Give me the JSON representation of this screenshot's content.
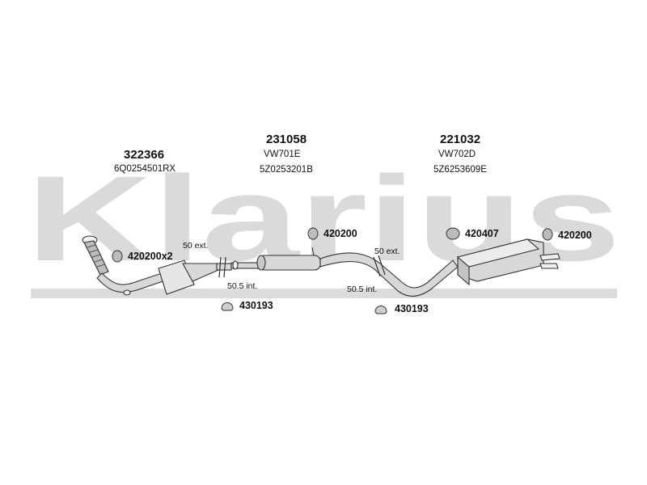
{
  "watermark": {
    "text": "Klarius",
    "color": "#d9d9d9"
  },
  "colors": {
    "pipe_fill": "#d8d8d8",
    "pipe_stroke": "#333333",
    "text": "#111111"
  },
  "components": [
    {
      "id": "front-pipe",
      "part_number": "322366",
      "ref": "6Q0254501RX"
    },
    {
      "id": "middle-silencer",
      "part_number": "231058",
      "model": "VW701E",
      "ref": "5Z0253201B"
    },
    {
      "id": "rear-silencer",
      "part_number": "221032",
      "model": "VW702D",
      "ref": "5Z6253609E"
    }
  ],
  "hardware": {
    "rubber_front": "420200x2",
    "rubber_middle": "420200",
    "rubber_rear_a": "420407",
    "rubber_rear_b": "420200",
    "clamp_a": "430193",
    "clamp_b": "430193"
  },
  "joints": {
    "joint1_ext": "50 ext.",
    "joint1_int": "50.5 int.",
    "joint2_ext": "50 ext.",
    "joint2_int": "50.5 int."
  }
}
